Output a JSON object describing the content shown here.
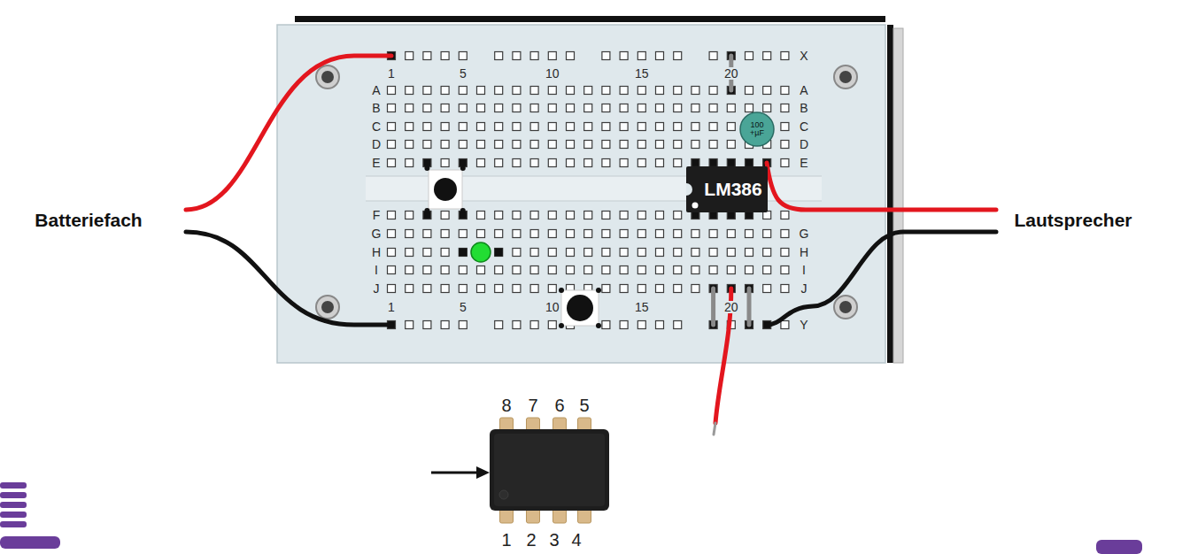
{
  "diagram": {
    "nodes": [
      {
        "text": [
          "100",
          "+µF"
        ]
      },
      {
        "text": [
          "LM386"
        ]
      }
    ],
    "labels": [
      "X",
      "1",
      "5",
      "10",
      "15",
      "20",
      "A",
      "A",
      "B",
      "B",
      "C",
      "C",
      "D",
      "D",
      "E",
      "E",
      "Batteriefach",
      "Lautsprecher",
      "F",
      "G",
      "G",
      "H",
      "H",
      "I",
      "I",
      "J",
      "J",
      "1",
      "5",
      "10",
      "15",
      "20",
      "Y",
      "8",
      "7",
      "6",
      "5",
      "1",
      "2",
      "3",
      "4"
    ]
  }
}
